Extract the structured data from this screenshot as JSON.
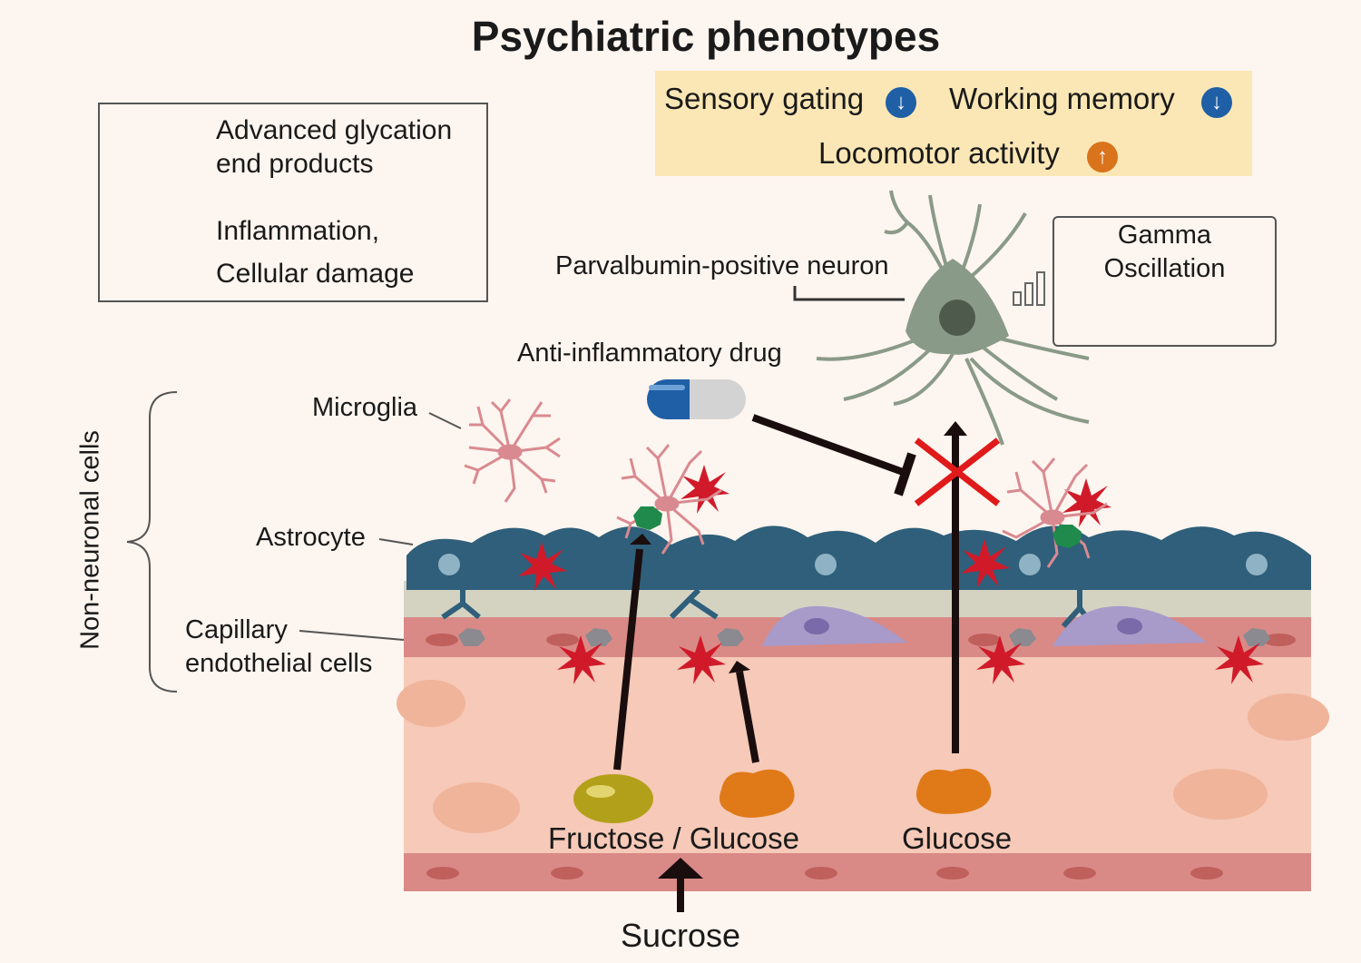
{
  "title": "Psychiatric phenotypes",
  "phenotypes": [
    {
      "label": "Sensory gating",
      "direction": "down"
    },
    {
      "label": "Working memory",
      "direction": "down"
    },
    {
      "label": "Locomotor activity",
      "direction": "up"
    }
  ],
  "legend": {
    "age_line1": "Advanced glycation",
    "age_line2": "end products",
    "inflam_line1": "Inflammation,",
    "inflam_line2": "Cellular damage"
  },
  "labels": {
    "pv_neuron": "Parvalbumin-positive neuron",
    "gamma_line1": "Gamma",
    "gamma_line2": "Oscillation",
    "drug": "Anti-inflammatory drug",
    "microglia": "Microglia",
    "astrocyte": "Astrocyte",
    "capillary_line1": "Capillary",
    "capillary_line2": "endothelial cells",
    "non_neuronal": "Non-neuronal cells",
    "fructose_glucose": "Fructose / Glucose",
    "glucose": "Glucose",
    "sucrose": "Sucrose"
  },
  "icons": {
    "down_arrow": "↓",
    "up_arrow": "↑"
  },
  "colors": {
    "phenotype_box": "#fbe7b5",
    "decrease": "#1f5fa6",
    "increase": "#d9731c",
    "age_green": "#1f8a4c",
    "age_gray": "#8a8a90",
    "inflammation": "#d01a2a",
    "astrocyte": "#2f5f7a",
    "neuron": "#8a9a88",
    "blood_vessel": "#f2c4b4"
  }
}
